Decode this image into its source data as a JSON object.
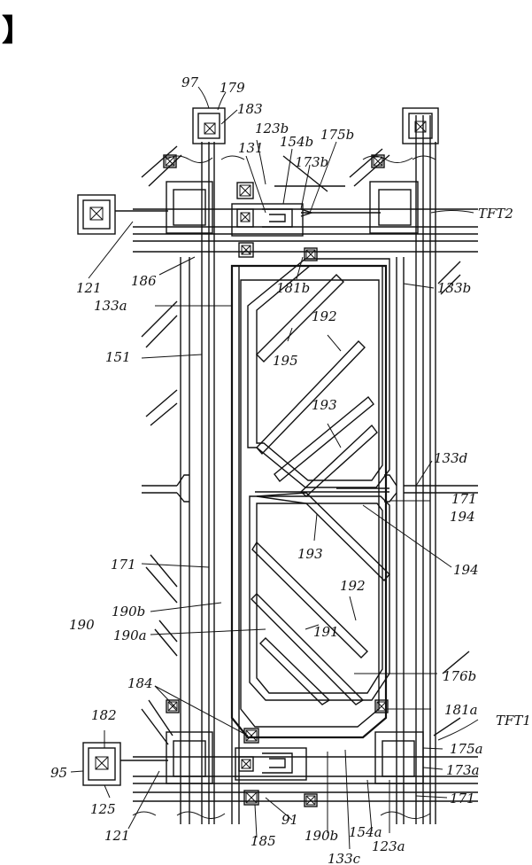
{
  "header_glyph": "】",
  "labels": {
    "l97": "97",
    "l179": "179",
    "l183": "183",
    "l123b": "123b",
    "l131": "131",
    "l154b": "154b",
    "l175b": "175b",
    "l173b": "173b",
    "lTFT2": "TFT2",
    "l121a": "121",
    "l186": "186",
    "l133b": "133b",
    "l133a": "133a",
    "l181b": "181b",
    "l192a": "192",
    "l195": "195",
    "l151": "151",
    "l193a": "193",
    "l133d": "133d",
    "l171a": "171",
    "l194a": "194",
    "l194b": "194",
    "l193b": "193",
    "l171b": "171",
    "l192b": "192",
    "l190": "190",
    "l190b": "190b",
    "l190a": "190a",
    "l191": "191",
    "l176b": "176b",
    "l184": "184",
    "l182": "182",
    "l181a": "181a",
    "lTFT1": "TFT1",
    "l175a": "175a",
    "l173a": "173a",
    "l95": "95",
    "l125": "125",
    "l171c": "171",
    "l121b": "121",
    "l91": "91",
    "l185": "185",
    "l190b2": "190b",
    "l154a": "154a",
    "l123a": "123a",
    "l133c": "133c"
  },
  "icon_names": [
    "contact-hole-icon"
  ]
}
